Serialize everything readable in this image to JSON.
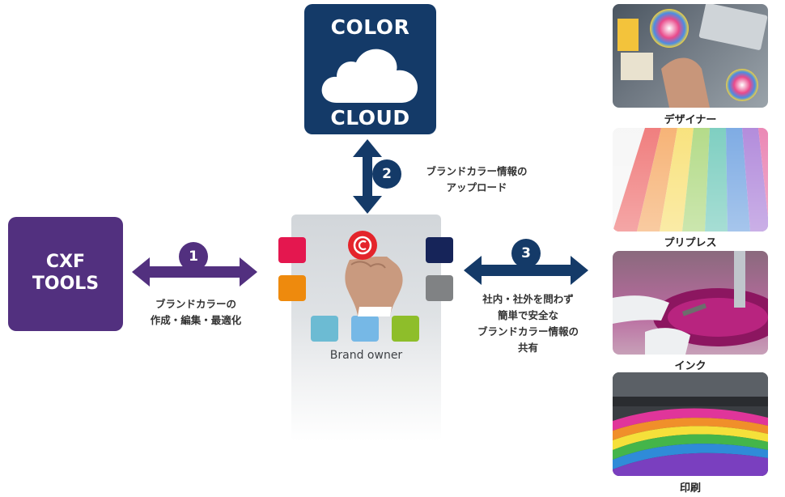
{
  "color_cloud": {
    "line1": "COLOR",
    "line2": "CLOUD"
  },
  "cxf_tools": {
    "line1": "CXF",
    "line2": "TOOLS"
  },
  "brand_owner": {
    "label": "Brand owner"
  },
  "steps": [
    {
      "number": "1",
      "caption_lines": [
        "ブランドカラーの",
        "作成・編集・最適化"
      ]
    },
    {
      "number": "2",
      "caption_lines": [
        "ブランドカラー情報の",
        "アップロード"
      ]
    },
    {
      "number": "3",
      "caption_lines": [
        "社内・社外を問わず",
        "簡単で安全な",
        "ブランドカラー情報の",
        "共有"
      ]
    }
  ],
  "photos": [
    {
      "label": "デザイナー"
    },
    {
      "label": "プリプレス"
    },
    {
      "label": "インク"
    },
    {
      "label": "印刷"
    }
  ],
  "colors": {
    "navy": "#143a68",
    "purple": "#52307f",
    "swatches": [
      "#e4174f",
      "#ee8a0d",
      "#162459",
      "#808284",
      "#6cbbd3",
      "#76b8e6",
      "#8ebe2a"
    ]
  }
}
